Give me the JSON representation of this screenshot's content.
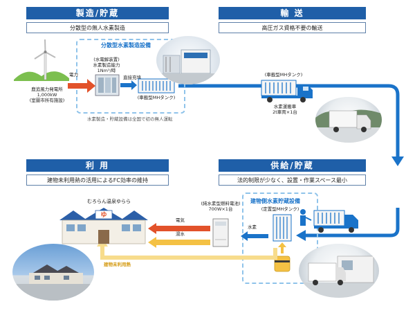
{
  "sections": {
    "production": {
      "title": "製造/貯蔵",
      "subtitle": "分散型の無人水素製造"
    },
    "transport": {
      "title": "輸 送",
      "subtitle": "高圧ガス資格不要の輸送"
    },
    "utilization": {
      "title": "利 用",
      "subtitle": "建物未利用熱の活用によるFC効率の維持"
    },
    "supply": {
      "title": "供給/貯蔵",
      "subtitle": "法的制限が少なく、設置・作業スペース最小"
    }
  },
  "production_area": {
    "facility_title": "分散型水素製造設備",
    "wind_label_1": "鹿追風力発電所",
    "wind_label_2": "1,000kW",
    "wind_label_3": "(室蘭市所有施設)",
    "power_label": "電力",
    "electrolyzer_label_1": "(水電解装置)",
    "electrolyzer_label_2": "水素製造能力",
    "electrolyzer_label_3": "1Nm³/時",
    "direct_fill_label": "直接充填",
    "tank_label": "(車載型MHタンク)",
    "caption": "水素製造・貯蔵設備は全国で初の無人運転"
  },
  "transport_area": {
    "truck_tank_label": "(車載型MHタンク)",
    "vehicle_label_1": "水素運搬車",
    "vehicle_label_2": "2t車両×1台"
  },
  "supply_area": {
    "facility_title": "建物側水素貯蔵設備",
    "tank_label": "(定置型MHタンク)",
    "hydrogen_label": "水素"
  },
  "utilization_area": {
    "fc_label_1": "(純水素型燃料電池)",
    "fc_label_2": "700W×1台",
    "electricity_label": "電気",
    "hot_water_label": "湯水",
    "unused_heat_label": "建物未利用熱",
    "building_label": "むろらん温泉ゆらら",
    "building_sign": "ゆ"
  },
  "colors": {
    "header_blue": "#1f5fa8",
    "flow_blue": "#1a73c9",
    "electric_red": "#e2522a",
    "heat_yellow": "#f4c144",
    "dashed_border": "#8fc3ea",
    "facility_title_blue": "#1a73c9"
  }
}
